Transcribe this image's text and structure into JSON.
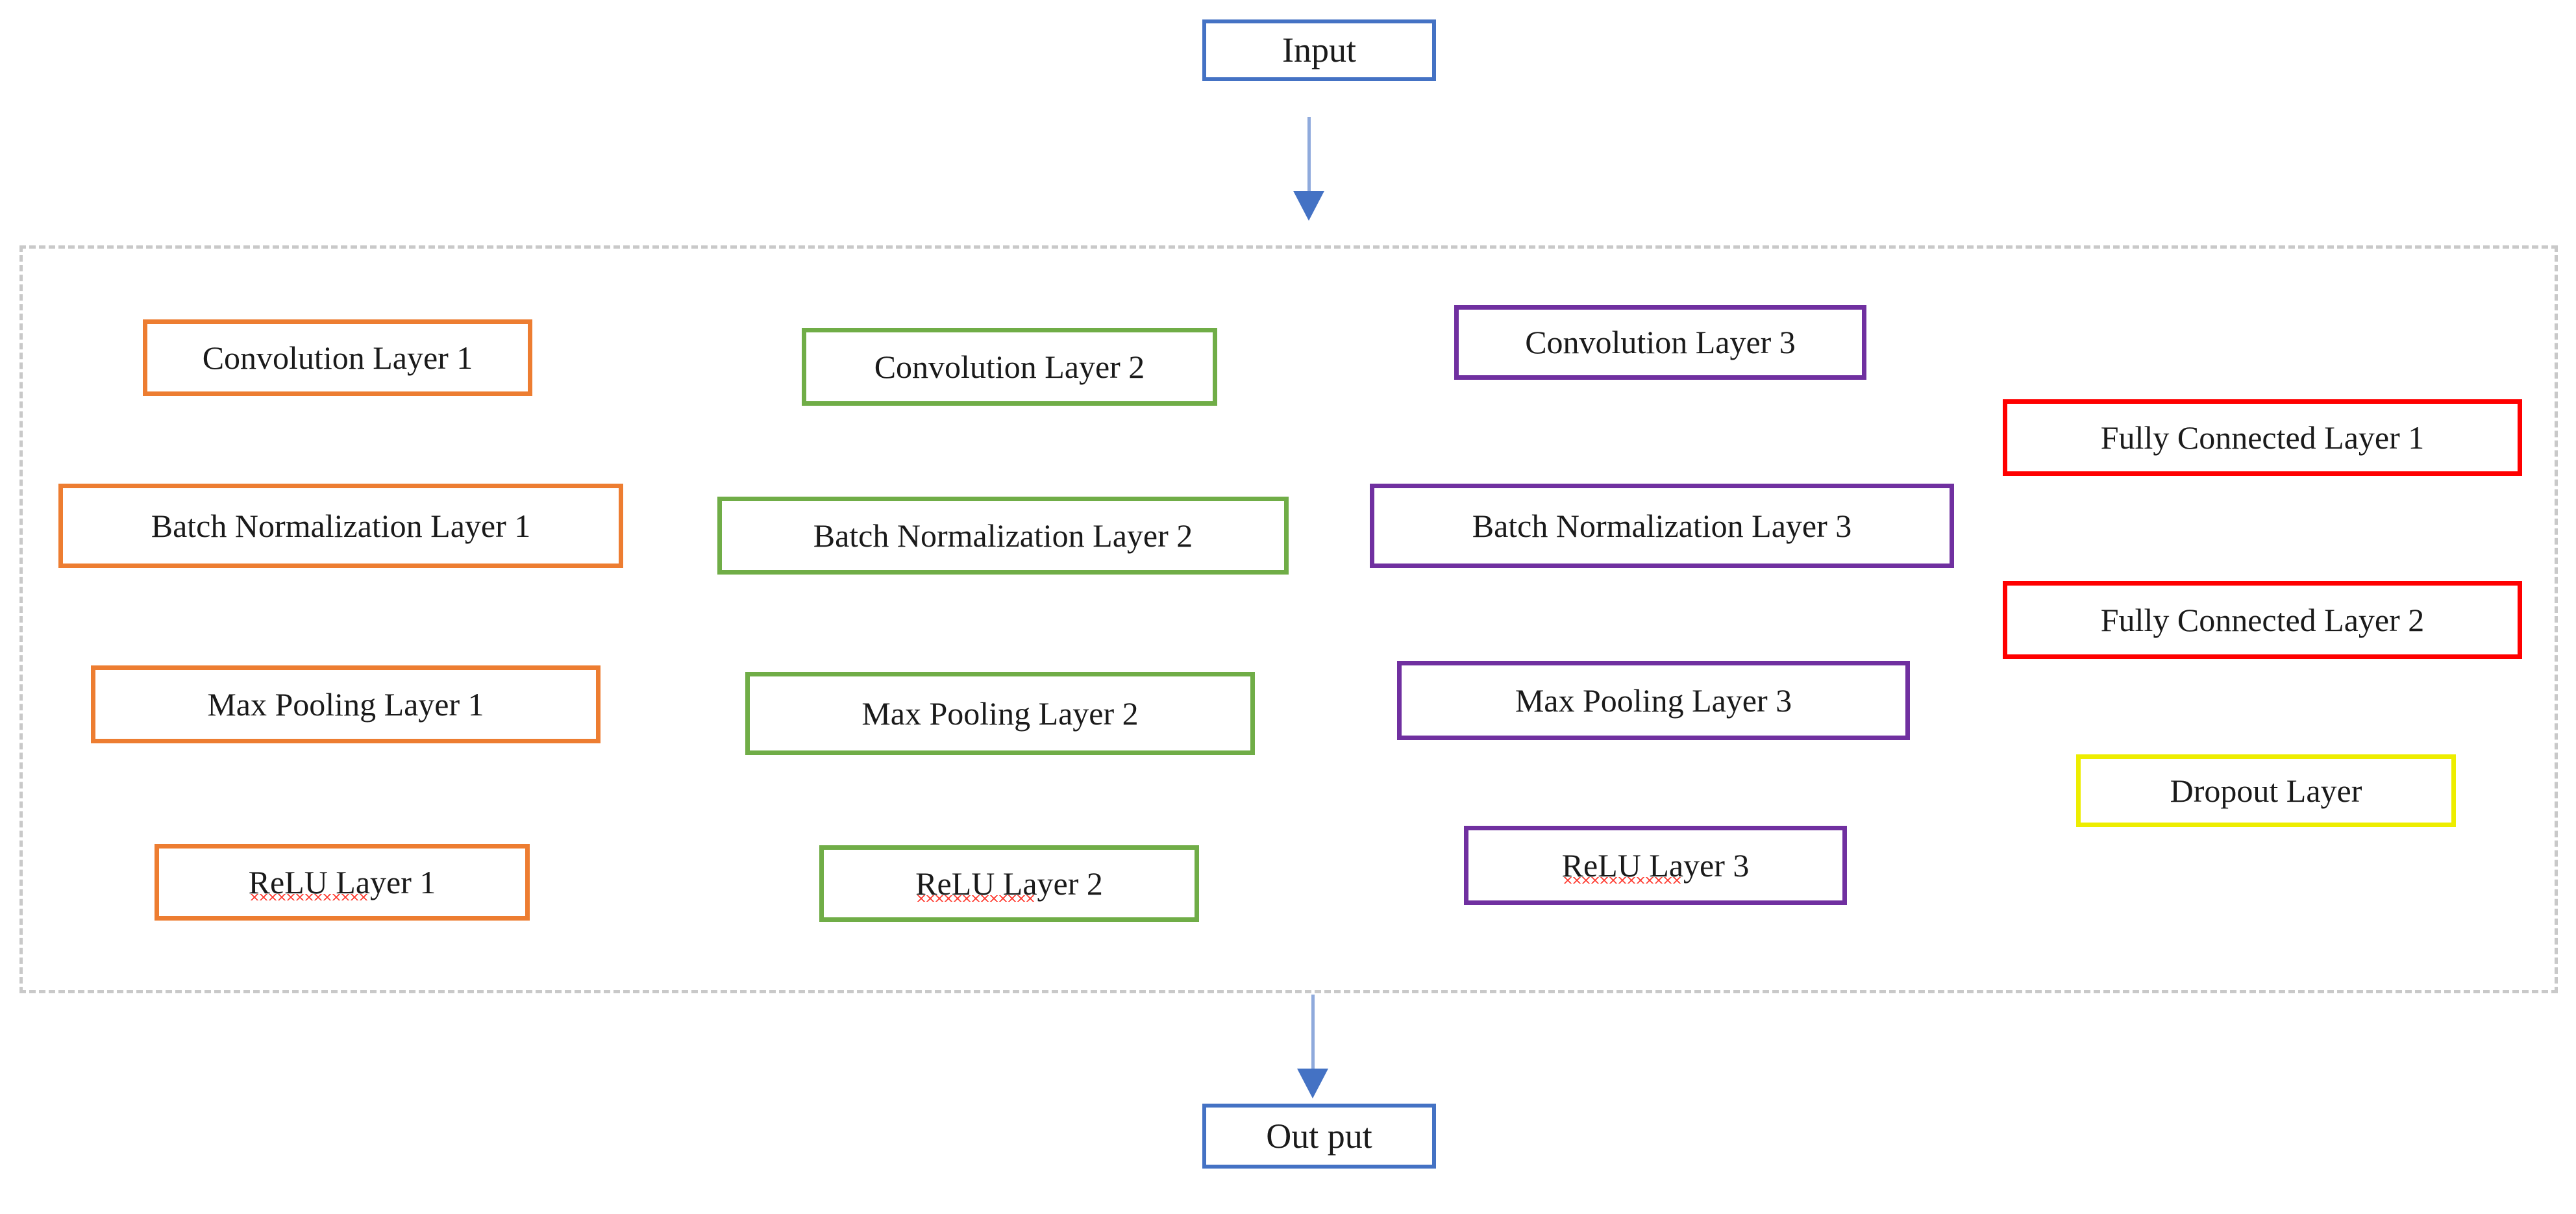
{
  "diagram": {
    "title": "CNN Architecture Flow Diagram",
    "colors": {
      "io_border": "#4472C4",
      "arrow_shaft": "#8FAADC",
      "arrow_head": "#4472C4",
      "group_border": "#C9C9C9",
      "stage1": "#ED7D31",
      "stage2": "#70AD47",
      "stage3": "#7030A0",
      "fully_connected": "#FF0000",
      "dropout": "#EDED00",
      "spellcheck_underline": "#FF3B30",
      "text": "#1A1A1A",
      "background": "#FFFFFF"
    },
    "input": {
      "label": "Input"
    },
    "output": {
      "label": "Out put"
    },
    "arrows": [
      {
        "name": "input-to-group",
        "direction": "down"
      },
      {
        "name": "group-to-output",
        "direction": "down"
      }
    ],
    "group": {
      "name": "feature-extraction-group",
      "border_style": "dashed"
    },
    "blocks": [
      {
        "id": "conv1",
        "label": "Convolution Layer 1",
        "color": "orange",
        "column": 1,
        "row": 1
      },
      {
        "id": "bn1",
        "label": "Batch Normalization Layer 1",
        "color": "orange",
        "column": 1,
        "row": 2
      },
      {
        "id": "pool1",
        "label": "Max Pooling Layer 1",
        "color": "orange",
        "column": 1,
        "row": 3
      },
      {
        "id": "relu1",
        "label": "ReLU Layer 1",
        "color": "orange",
        "column": 1,
        "row": 4,
        "spellcheck_word": "ReLU"
      },
      {
        "id": "conv2",
        "label": "Convolution Layer 2",
        "color": "green",
        "column": 2,
        "row": 1
      },
      {
        "id": "bn2",
        "label": "Batch Normalization Layer 2",
        "color": "green",
        "column": 2,
        "row": 2
      },
      {
        "id": "pool2",
        "label": "Max Pooling Layer 2",
        "color": "green",
        "column": 2,
        "row": 3
      },
      {
        "id": "relu2",
        "label": "ReLU Layer 2",
        "color": "green",
        "column": 2,
        "row": 4,
        "spellcheck_word": "ReLU"
      },
      {
        "id": "conv3",
        "label": "Convolution Layer 3",
        "color": "purple",
        "column": 3,
        "row": 1
      },
      {
        "id": "bn3",
        "label": "Batch Normalization Layer 3",
        "color": "purple",
        "column": 3,
        "row": 2
      },
      {
        "id": "pool3",
        "label": "Max Pooling Layer 3",
        "color": "purple",
        "column": 3,
        "row": 3
      },
      {
        "id": "relu3",
        "label": "ReLU Layer 3",
        "color": "purple",
        "column": 3,
        "row": 4,
        "spellcheck_word": "ReLU"
      },
      {
        "id": "fc1",
        "label": "Fully Connected Layer 1",
        "color": "red",
        "column": 4,
        "row": 1
      },
      {
        "id": "fc2",
        "label": "Fully Connected Layer 2",
        "color": "red",
        "column": 4,
        "row": 2
      },
      {
        "id": "drop",
        "label": "Dropout Layer",
        "color": "yellow",
        "column": 4,
        "row": 3
      }
    ]
  }
}
